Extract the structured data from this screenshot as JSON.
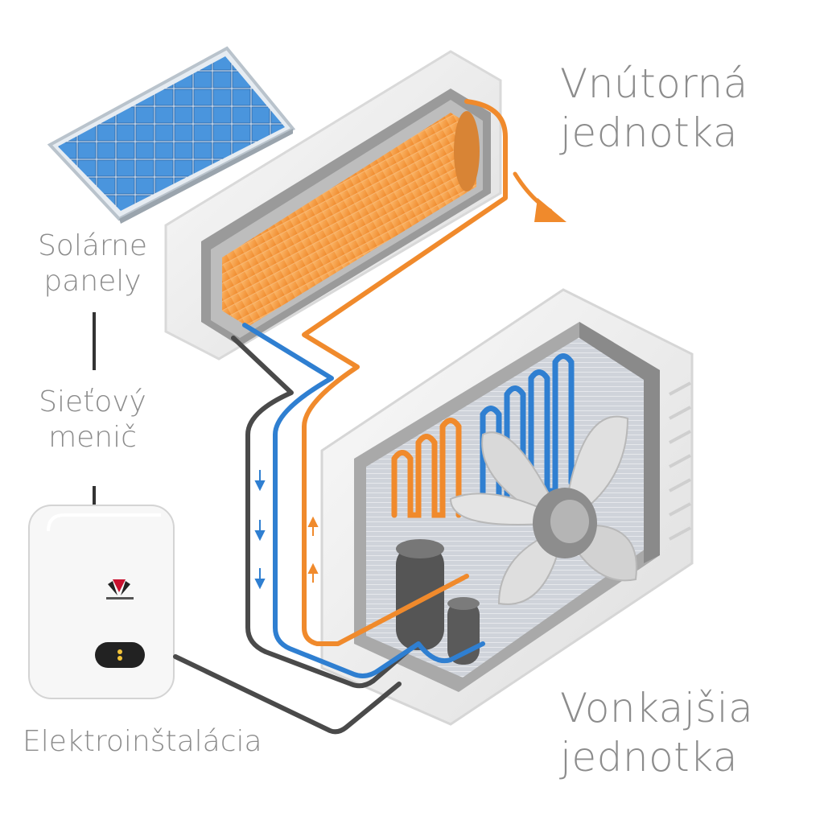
{
  "labels": {
    "indoor_unit": [
      "Vnútorná",
      "jednotka"
    ],
    "outdoor_unit": [
      "Vonkajšia",
      "jednotka"
    ],
    "solar_panels": [
      "Solárne",
      "panely"
    ],
    "grid_inverter": [
      "Sieťový",
      "menič"
    ],
    "electrical_installation": "Elektroinštalácia"
  },
  "colors": {
    "hot_pipe": "#f08a2c",
    "cold_pipe": "#2f7fd1",
    "power_cable": "#4a4a4a",
    "coil": "#f6a04d",
    "solar_cell": "#4a95dd",
    "unit_body": "#f1f1f1",
    "label_text": "#8c8c8c"
  },
  "icons": [
    "solar-panel-icon",
    "inverter-icon",
    "indoor-unit-icon",
    "outdoor-unit-icon",
    "fan-icon",
    "compressor-icon"
  ]
}
